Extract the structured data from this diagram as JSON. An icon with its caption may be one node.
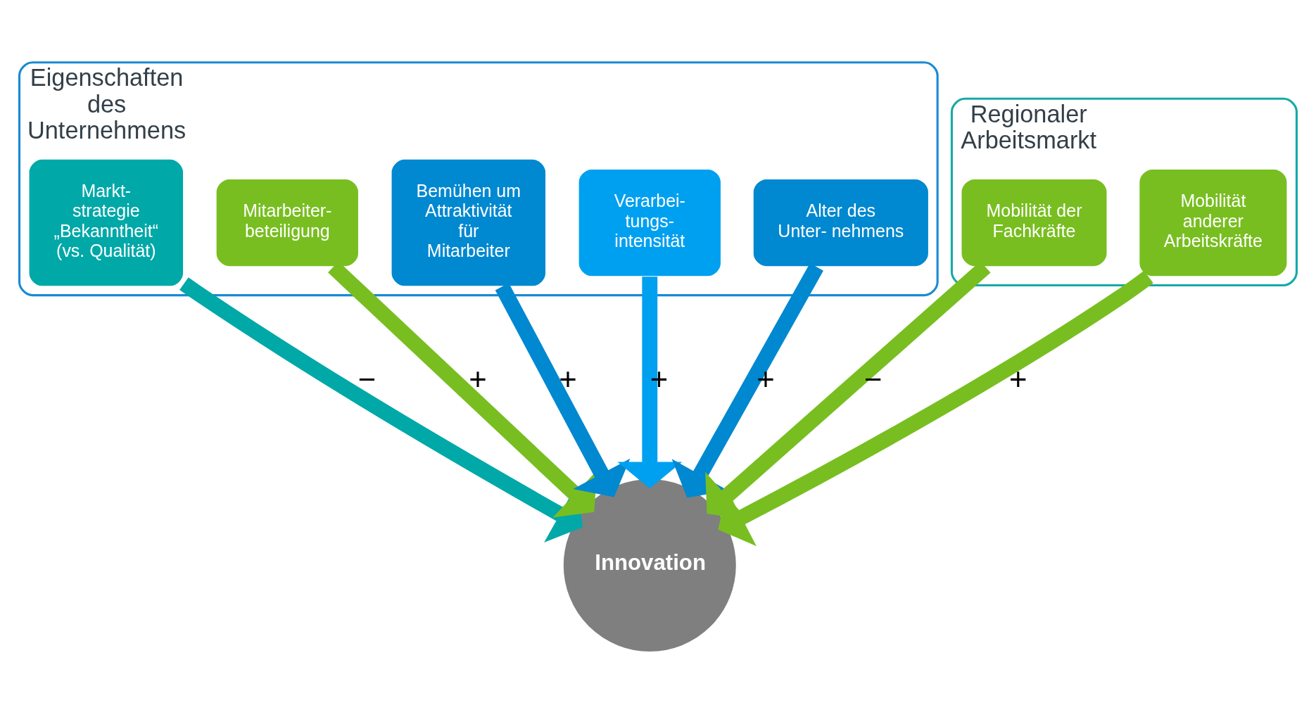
{
  "diagram": {
    "nodes": [
      {
        "text": [
          "Eigenschaften des Unternehmens"
        ]
      },
      {
        "text": [
          "Markt- strategie „Bekanntheit“ (vs. Qualität)"
        ],
        "in": 0
      },
      {
        "text": [
          "Mitarbeiter- beteiligung"
        ],
        "in": 0
      },
      {
        "text": [
          "Bemühen um Attraktivität für Mitarbeiter"
        ],
        "in": 0
      },
      {
        "text": [
          "Verarbei- tungs- intensität"
        ],
        "in": 0
      },
      {
        "text": [
          "Alter des Unter- nehmens"
        ],
        "in": 0
      },
      {
        "text": [
          "Regionaler Arbeitsmarkt"
        ]
      },
      {
        "text": [
          "Mobilität der Fachkräfte"
        ],
        "in": 6
      },
      {
        "text": [
          "Mobilität anderer Arbeitskräfte"
        ],
        "in": 6
      },
      {
        "text": [
          "Innovation"
        ]
      }
    ],
    "edges": [
      {
        "from": 1,
        "to": 9,
        "arrow": "to",
        "label": "−",
        "color": "#00a8a8"
      },
      {
        "from": 2,
        "to": 9,
        "arrow": "to",
        "label": "+",
        "color": "#78be20"
      },
      {
        "from": 3,
        "to": 9,
        "arrow": "to",
        "label": "+",
        "color": "#0088d0"
      },
      {
        "from": 4,
        "to": 9,
        "arrow": "to",
        "label": "+",
        "color": "#00a0f0"
      },
      {
        "from": 5,
        "to": 9,
        "arrow": "to",
        "label": "+",
        "color": "#0088d0"
      },
      {
        "from": 7,
        "to": 9,
        "arrow": "to",
        "label": "−",
        "color": "#78be20"
      },
      {
        "from": 8,
        "to": 9,
        "arrow": "to",
        "label": "+",
        "color": "#78be20"
      }
    ]
  }
}
